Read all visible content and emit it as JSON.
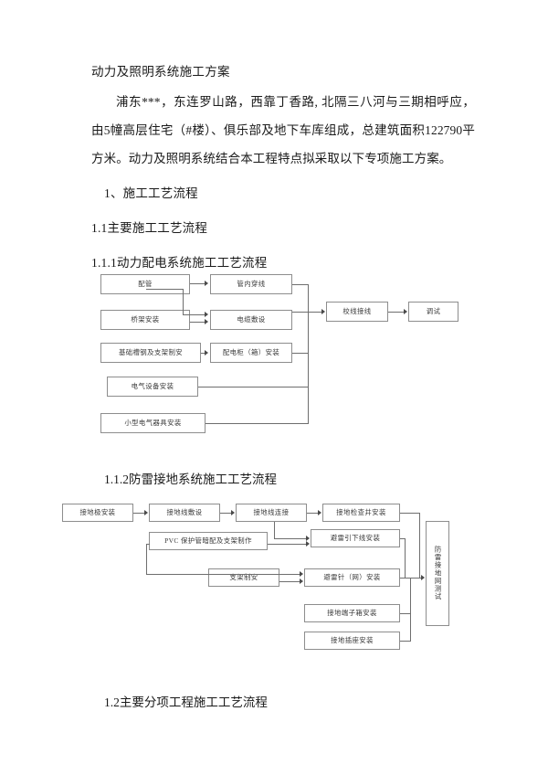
{
  "document": {
    "title": "动力及照明系统施工方案",
    "intro_paragraph": "浦东***，东连罗山路，西靠丁香路, 北隔三八河与三期相呼应，由5幢高层住宅（#楼）、俱乐部及地下车库组成，总建筑面积122790平方米。动力及照明系统结合本工程特点拟采取以下专项施工方案。",
    "headings": {
      "h1": "1、施工工艺流程",
      "h1_1": "1.1主要施工工艺流程",
      "h1_1_1": "1.1.1动力配电系统施工工艺流程",
      "h1_1_2": "1.1.2防雷接地系统施工工艺流程",
      "h1_2": "1.2主要分项工程施工工艺流程"
    }
  },
  "chart_data": [
    {
      "type": "diagram",
      "id": "power-distribution-flow",
      "title": "1.1.1动力配电系统施工工艺流程",
      "nodes": [
        {
          "id": "n1",
          "label": "配管"
        },
        {
          "id": "n2",
          "label": "管内穿线"
        },
        {
          "id": "n3",
          "label": "桥架安装"
        },
        {
          "id": "n4",
          "label": "电缆敷设"
        },
        {
          "id": "n5",
          "label": "基础槽钢及支架制安"
        },
        {
          "id": "n6",
          "label": "配电柜（箱）安装"
        },
        {
          "id": "n7",
          "label": "电气设备安装"
        },
        {
          "id": "n8",
          "label": "小型电气器具安装"
        },
        {
          "id": "n9",
          "label": "校线接线"
        },
        {
          "id": "n10",
          "label": "调试"
        }
      ],
      "edges": [
        {
          "from": "n1",
          "to": "n2"
        },
        {
          "from": "n1",
          "to": "n4"
        },
        {
          "from": "n3",
          "to": "n4"
        },
        {
          "from": "n5",
          "to": "n6"
        },
        {
          "from": "n2",
          "to": "n9"
        },
        {
          "from": "n4",
          "to": "n9"
        },
        {
          "from": "n6",
          "to": "n9"
        },
        {
          "from": "n7",
          "to": "n9"
        },
        {
          "from": "n8",
          "to": "n9"
        },
        {
          "from": "n9",
          "to": "n10"
        }
      ]
    },
    {
      "type": "diagram",
      "id": "lightning-grounding-flow",
      "title": "1.1.2防雷接地系统施工工艺流程",
      "nodes": [
        {
          "id": "m1",
          "label": "接地极安装"
        },
        {
          "id": "m2",
          "label": "接地线敷设"
        },
        {
          "id": "m3",
          "label": "接地线连接"
        },
        {
          "id": "m4",
          "label": "接地检查井安装"
        },
        {
          "id": "m5",
          "label": "PVC 保护管暗配及支架制作"
        },
        {
          "id": "m6",
          "label": "避雷引下线安装"
        },
        {
          "id": "m7",
          "label": "支架制安"
        },
        {
          "id": "m8",
          "label": "避雷针（网）安装"
        },
        {
          "id": "m9",
          "label": "接地端子箱安装"
        },
        {
          "id": "m10",
          "label": "接地插座安装"
        },
        {
          "id": "m11",
          "label": "防雷接地网测试"
        }
      ],
      "edges": [
        {
          "from": "m1",
          "to": "m2"
        },
        {
          "from": "m2",
          "to": "m3"
        },
        {
          "from": "m3",
          "to": "m4"
        },
        {
          "from": "m3",
          "to": "m6"
        },
        {
          "from": "m5",
          "to": "m6"
        },
        {
          "from": "m7",
          "to": "m8"
        },
        {
          "from": "m5",
          "to": "m8"
        },
        {
          "from": "m4",
          "to": "m11"
        },
        {
          "from": "m6",
          "to": "m11"
        },
        {
          "from": "m8",
          "to": "m11"
        },
        {
          "from": "m9",
          "to": "m11"
        },
        {
          "from": "m10",
          "to": "m11"
        }
      ]
    }
  ]
}
